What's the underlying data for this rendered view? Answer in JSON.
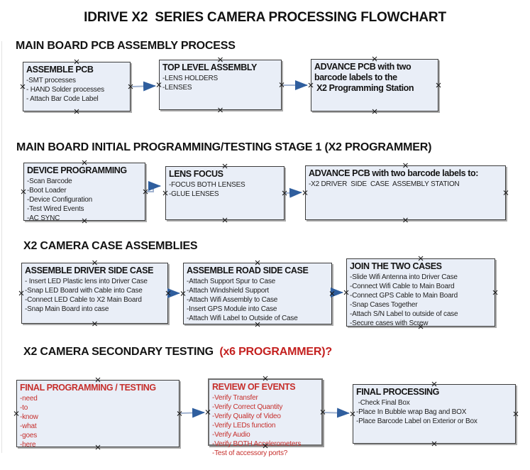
{
  "title": "IDRIVE X2  SERIES CAMERA PROCESSING FLOWCHART",
  "colors": {
    "box_fill": "#e9eef7",
    "box_border": "#3c3c3c",
    "red_text": "#c62f2c",
    "arrow_line": "#a0b2cf",
    "arrow_head": "#2f5e9e"
  },
  "sections": [
    {
      "heading": "MAIN BOARD PCB ASSEMBLY PROCESS",
      "boxes": [
        {
          "title": "ASSEMBLE PCB",
          "items": [
            "-SMT processes",
            "- HAND Solder processes",
            "- Attach Bar Code Label"
          ]
        },
        {
          "title": "TOP LEVEL ASSEMBLY",
          "items": [
            "-LENS HOLDERS",
            "-LENSES"
          ]
        },
        {
          "title": "ADVANCE PCB with two barcode labels to the\n X2 Programming Station",
          "items": []
        }
      ]
    },
    {
      "heading": "MAIN BOARD INITIAL PROGRAMMING/TESTING STAGE 1 (X2 PROGRAMMER)",
      "boxes": [
        {
          "title": "DEVICE PROGRAMMING",
          "items": [
            "-Scan Barcode",
            "-Boot Loader",
            "-Device Configuration",
            "-Test Wired Events",
            "-AC SYNC"
          ]
        },
        {
          "title": "LENS FOCUS",
          "items": [
            "-FOCUS BOTH LENSES",
            "-GLUE LENSES"
          ]
        },
        {
          "title": "ADVANCE PCB with two barcode labels to:",
          "items": [
            "-X2 DRIVER  SIDE  CASE  ASSEMBLY STATION"
          ]
        }
      ]
    },
    {
      "heading": "X2 CAMERA CASE ASSEMBLIES",
      "boxes": [
        {
          "title": "ASSEMBLE DRIVER SIDE CASE",
          "items": [
            "- Insert LED Plastic lens into Driver Case",
            "-Snap LED Board with Cable into Case",
            "-Connect LED Cable to X2 Main Board",
            "-Snap Main Board into case"
          ]
        },
        {
          "title": "ASSEMBLE ROAD SIDE CASE",
          "items": [
            "-Attach Support Spur to Case",
            "-Attach Windshield Support",
            "-Attach Wifi Assembly to Case",
            "-Insert GPS Module into Case",
            "-Attach Wifi Label to Outside of Case"
          ]
        },
        {
          "title": "JOIN THE TWO CASES",
          "items": [
            "-Slide Wifi Antenna into Driver Case",
            "-Connect Wifi Cable to Main Board",
            "-Connect GPS Cable to Main Board",
            "-Snap Cases Together",
            "-Attach S/N Label to outside of case",
            "-Secure cases with Screw"
          ]
        }
      ]
    },
    {
      "heading": "X2 CAMERA SECONDARY TESTING",
      "heading_red": "  (x6 PROGRAMMER)?",
      "boxes": [
        {
          "title": "FINAL PROGRAMMING / TESTING",
          "items": [
            "-need",
            "-to",
            "-know",
            "-what",
            "-goes",
            "-here"
          ]
        },
        {
          "title": "REVIEW OF EVENTS",
          "items": [
            "-Verify Transfer",
            "-Verify Correct Quantity",
            "-Verify Quality of Video",
            "-Verify LEDs function",
            "-Verify Audio",
            "-Verify BOTH Accelerometers",
            "-Test of accessory ports?"
          ]
        },
        {
          "title": "FINAL PROCESSING",
          "items": [
            " -Check Final Box",
            "-Place In Bubble wrap Bag and BOX",
            "-Place Barcode Label on Exterior or Box"
          ]
        }
      ]
    }
  ]
}
